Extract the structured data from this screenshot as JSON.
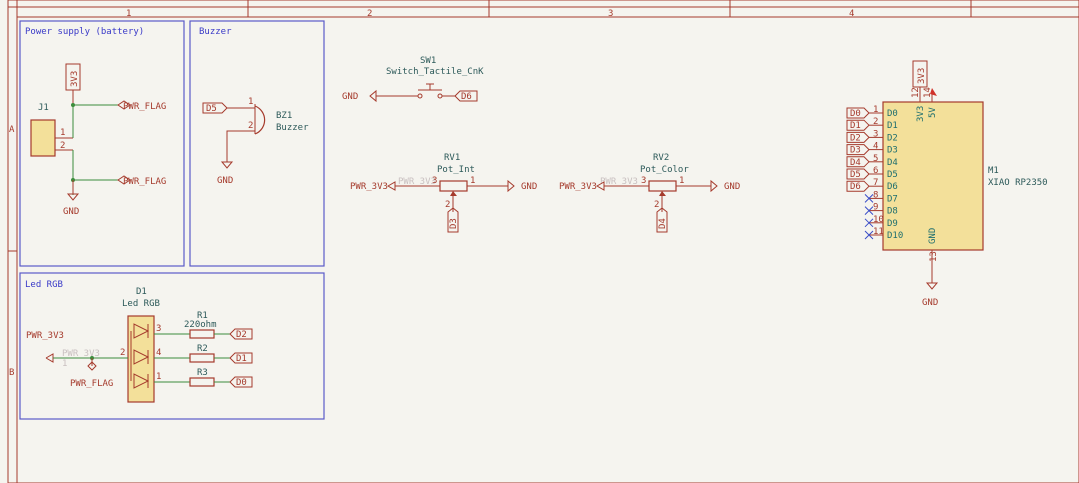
{
  "frame": {
    "column_numbers": [
      "1",
      "2",
      "3",
      "4"
    ],
    "row_letters": [
      "A",
      "B"
    ]
  },
  "blocks": {
    "power": {
      "title": "Power supply (battery)",
      "connector_ref": "J1",
      "net_3v3": "3V3",
      "pwr_flag_top": "PWR_FLAG",
      "pwr_flag_bottom": "PWR_FLAG",
      "gnd": "GND",
      "pin1": "1",
      "pin2": "2"
    },
    "buzzer": {
      "title": "Buzzer",
      "ref": "BZ1",
      "value": "Buzzer",
      "label_in": "D5",
      "gnd": "GND",
      "pin1": "1",
      "pin2": "2"
    },
    "led": {
      "title": "Led RGB",
      "ref": "D1",
      "value": "Led RGB",
      "net_in": "PWR_3V3",
      "ghost_net": "PWR_3V3",
      "pwr_flag": "PWR_FLAG",
      "resistors": [
        {
          "ref": "R1",
          "value": "220ohm",
          "label": "D2",
          "pin": "3"
        },
        {
          "ref": "R2",
          "value": "",
          "label": "D1",
          "pin": "4"
        },
        {
          "ref": "R3",
          "value": "",
          "label": "D0",
          "pin": "1"
        }
      ],
      "common_pin": "2",
      "ghost_pin": "1"
    }
  },
  "switch": {
    "ref": "SW1",
    "value": "Switch_Tactile_CnK",
    "gnd": "GND",
    "label": "D6"
  },
  "pots": [
    {
      "ref": "RV1",
      "value": "Pot_Int",
      "net_left": "PWR_3V3",
      "ghost": "PWR_3V3",
      "gnd": "GND",
      "wiper_label": "D3",
      "pin_left": "3",
      "pin_right": "1",
      "pin_wiper": "2"
    },
    {
      "ref": "RV2",
      "value": "Pot_Color",
      "net_left": "PWR_3V3",
      "ghost": "PWR_3V3",
      "gnd": "GND",
      "wiper_label": "D4",
      "pin_left": "3",
      "pin_right": "1",
      "pin_wiper": "2"
    }
  ],
  "mcu": {
    "ref": "M1",
    "value": "XIAO RP2350",
    "net_top": "3V3",
    "pin_3v3": "3V3",
    "pin_5v": "5V",
    "pin_gnd": "GND",
    "gnd": "GND",
    "pin_num_3v3": "12",
    "pin_num_5v": "14",
    "pin_num_gnd": "13",
    "pins": [
      {
        "num": "1",
        "name": "D0",
        "label": "D0"
      },
      {
        "num": "2",
        "name": "D1",
        "label": "D1"
      },
      {
        "num": "3",
        "name": "D2",
        "label": "D2"
      },
      {
        "num": "4",
        "name": "D3",
        "label": "D3"
      },
      {
        "num": "5",
        "name": "D4",
        "label": "D4"
      },
      {
        "num": "6",
        "name": "D5",
        "label": "D5"
      },
      {
        "num": "7",
        "name": "D6",
        "label": "D6"
      },
      {
        "num": "8",
        "name": "D7",
        "label": ""
      },
      {
        "num": "9",
        "name": "D8",
        "label": ""
      },
      {
        "num": "10",
        "name": "D9",
        "label": ""
      },
      {
        "num": "11",
        "name": "D10",
        "label": ""
      }
    ]
  }
}
